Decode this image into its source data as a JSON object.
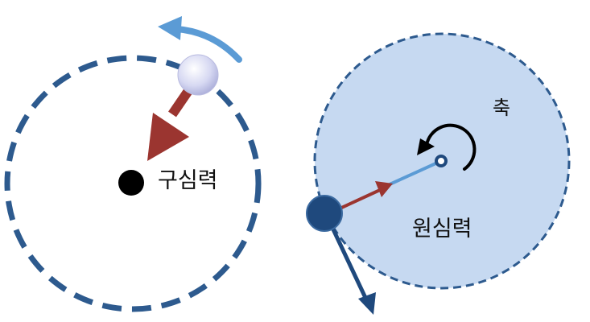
{
  "left_diagram": {
    "label": "구심력"
  },
  "right_diagram": {
    "axis_label": "축",
    "label": "원심력"
  },
  "colors": {
    "dash_blue": "#2d5a8e",
    "disk_fill": "#c6d9f1",
    "force_red": "#9b3530",
    "arrow_blue": "#5b9bd5",
    "ball_dark": "#1f497d"
  }
}
